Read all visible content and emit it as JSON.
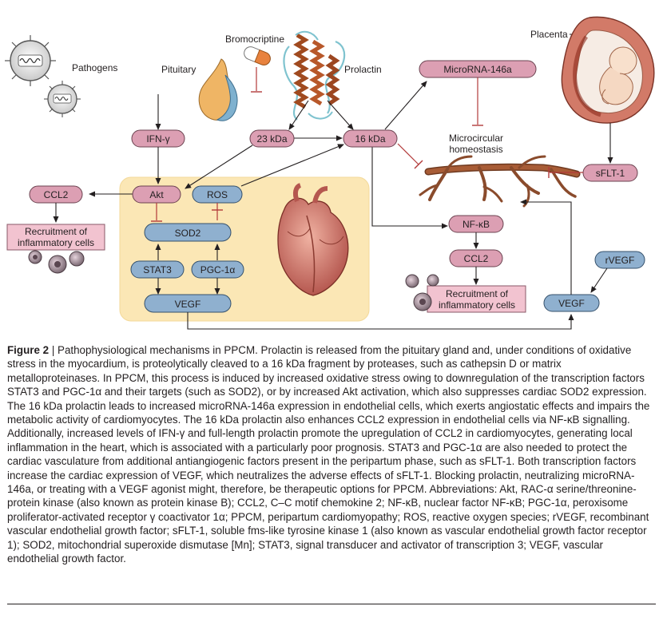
{
  "diagram": {
    "labels": {
      "pathogens": "Pathogens",
      "pituitary": "Pituitary",
      "bromocriptine": "Bromocriptine",
      "prolactin": "Prolactin",
      "placenta": "Placenta",
      "microrna": "MicroRNA-146a",
      "microcirc_1": "Microcircular",
      "microcirc_2": "homeostasis",
      "ifn": "IFN-γ",
      "kda23": "23 kDa",
      "kda16": "16 kDa",
      "sflt": "sFLT-1",
      "ccl2_left": "CCL2",
      "akt": "Akt",
      "ros": "ROS",
      "recruit_left_1": "Recruitment of",
      "recruit_left_2": "inflammatory cells",
      "sod2": "SOD2",
      "stat3": "STAT3",
      "pgc": "PGC-1α",
      "vegf_left": "VEGF",
      "nfkb": "NF-κB",
      "ccl2_right": "CCL2",
      "recruit_right_1": "Recruitment of",
      "recruit_right_2": "inflammatory cells",
      "rvegf": "rVEGF",
      "vegf_right": "VEGF"
    },
    "colors": {
      "pink_node": "#dc9fb3",
      "blue_node": "#8fb0cf",
      "pink_box": "#f2c3d0",
      "myocardium_bg": "#fbe7b5",
      "vessel": "#8a4b2c",
      "heart": "#c8746a"
    }
  },
  "caption": {
    "label": "Figure 2",
    "separator": " | ",
    "text": "Pathophysiological mechanisms in PPCM. Prolactin is released from the pituitary gland and, under conditions of oxidative stress in the myocardium, is proteolytically cleaved to a 16 kDa fragment by proteases, such as cathepsin D or matrix metalloproteinases. In PPCM, this process is induced by increased oxidative stress owing to downregulation of the transcription factors STAT3 and PGC-1α and their targets (such as SOD2), or by increased Akt activation, which also suppresses cardiac SOD2 expression. The 16 kDa prolactin leads to increased microRNA-146a expression in endothelial cells, which exerts angiostatic effects and impairs the metabolic activity of cardiomyocytes. The 16 kDa prolactin also enhances CCL2 expression in endothelial cells via NF-κB signalling. Additionally, increased levels of IFN-γ and full-length prolactin promote the upregulation of CCL2 in cardiomyocytes, generating local inflammation in the heart, which is associated with a particularly poor prognosis. STAT3 and PGC-1α are also needed to protect the cardiac vasculature from additional antiangiogenic factors present in the peripartum phase, such as sFLT-1. Both transcription factors increase the cardiac expression of VEGF, which neutralizes the adverse effects of sFLT-1. Blocking prolactin, neutralizing microRNA-146a, or treating with a VEGF agonist might, therefore, be therapeutic options for PPCM. Abbreviations: Akt, RAC-α serine/threonine-protein kinase (also known as protein kinase B); CCL2, C–C motif chemokine 2; NF-κB, nuclear factor NF-κB; PGC-1α, peroxisome proliferator-activated receptor γ coactivator 1α; PPCM, peripartum cardiomyopathy; ROS, reactive oxygen species; rVEGF, recombinant vascular endothelial growth factor; sFLT-1, soluble fms-like tyrosine kinase 1 (also known as vascular endothelial growth factor receptor 1); SOD2, mitochondrial superoxide dismutase [Mn]; STAT3, signal transducer and activator of transcription 3; VEGF, vascular endothelial growth factor."
  }
}
